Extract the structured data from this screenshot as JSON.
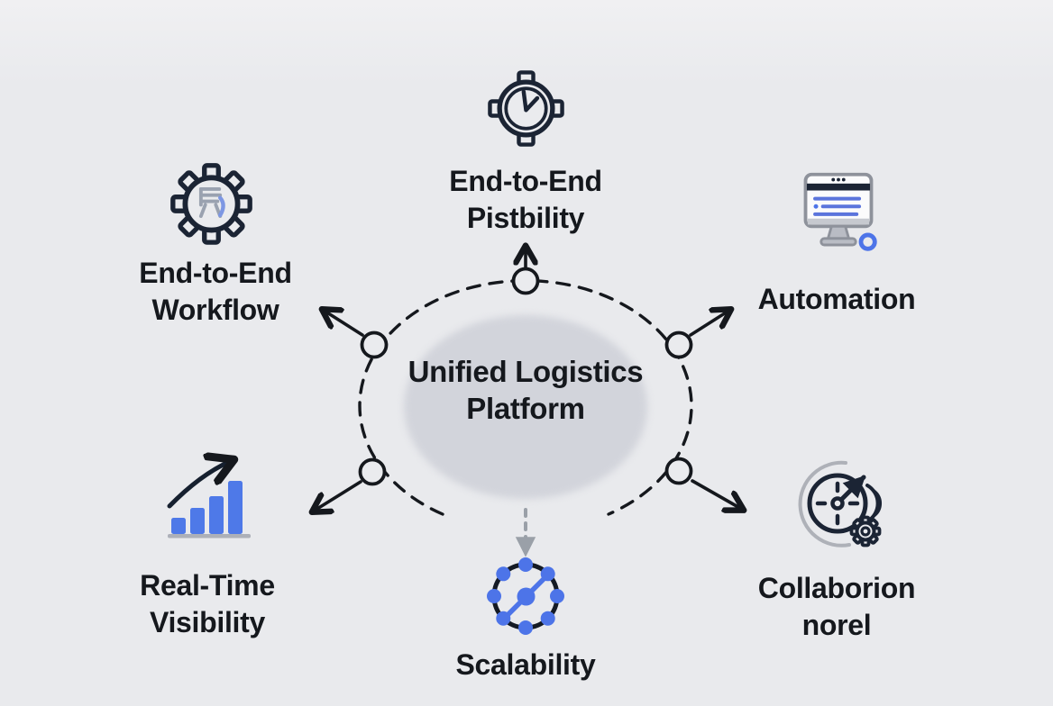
{
  "diagram": {
    "type": "hub-and-spoke",
    "center": {
      "title": "Unified Logistics Platform"
    },
    "spokes": [
      {
        "position": "top",
        "label": "End-to-End Pistbility",
        "icon": "clock-target-icon"
      },
      {
        "position": "top-left",
        "label": "End-to-End Workflow",
        "icon": "gear-icon"
      },
      {
        "position": "top-right",
        "label": "Automation",
        "icon": "monitor-icon"
      },
      {
        "position": "bottom-left",
        "label": "Real-Time Visibility",
        "icon": "bar-chart-growth-icon"
      },
      {
        "position": "bottom",
        "label": "Scalability",
        "icon": "network-ring-icon"
      },
      {
        "position": "bottom-right",
        "label": "Collaborion norel",
        "icon": "gauge-gear-icon"
      }
    ],
    "connectors": {
      "style": "dashed-ellipse-with-nodes",
      "node_count": 5,
      "arrow_count": 6
    },
    "colors": {
      "background": "#EAEBEE",
      "center_ellipse": "#D2D4DB",
      "text": "#15181D",
      "line": "#15181D",
      "icon_navy": "#1B2434",
      "icon_blue": "#4D74E8",
      "icon_gray": "#AEB1B8",
      "gray_arrow": "#9AA0A8"
    }
  }
}
